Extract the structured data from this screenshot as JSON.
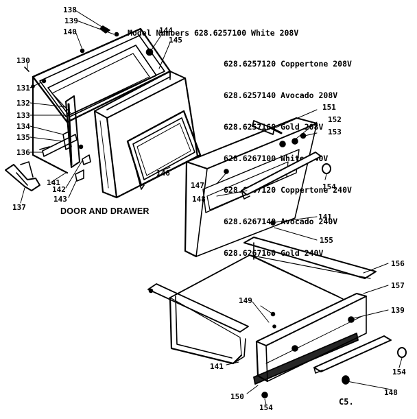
{
  "models": {
    "heading": "Model Numbers",
    "rows": [
      "628.6257100 White 208V",
      "628.6257120 Coppertone 208V",
      "628.6257140 Avocado 208V",
      "628.6257160 Gold 208V",
      "628.6267100 White 240V",
      "628.6267120 Coppertone 240V",
      "628.6267140 Avocado 240V",
      "628.6267160 Gold 240V"
    ]
  },
  "section_title": "DOOR AND DRAWER",
  "page_code": "C5.",
  "callouts": {
    "c130": "130",
    "c131": "131",
    "c132": "132",
    "c133": "133",
    "c134": "134",
    "c135": "135",
    "c136": "136",
    "c137": "137",
    "c138": "138",
    "c139a": "139",
    "c140": "140",
    "c141a": "141",
    "c142": "142",
    "c143": "143",
    "c144": "144",
    "c145": "145",
    "c146": "146",
    "c147": "147",
    "c148a": "148",
    "c151": "151",
    "c152": "152",
    "c153": "153",
    "c154a": "154",
    "c141b": "141",
    "c155": "155",
    "c156": "156",
    "c157": "157",
    "c149": "149",
    "c139b": "139",
    "c141c": "141",
    "c154b": "154",
    "c150": "150",
    "c154c": "154",
    "c148b": "148"
  }
}
